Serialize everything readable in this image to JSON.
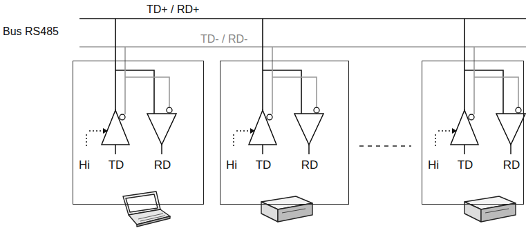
{
  "diagram": {
    "nodes": [
      {
        "text": [
          "Hi",
          "TD",
          "RD"
        ]
      },
      {
        "text": [
          "Hi",
          "TD",
          "RD"
        ]
      },
      {
        "text": [
          "Hi",
          "TD",
          "RD"
        ]
      }
    ],
    "labels": [
      "TD+ / RD+",
      "Bus RS485",
      "TD- / RD-"
    ]
  }
}
